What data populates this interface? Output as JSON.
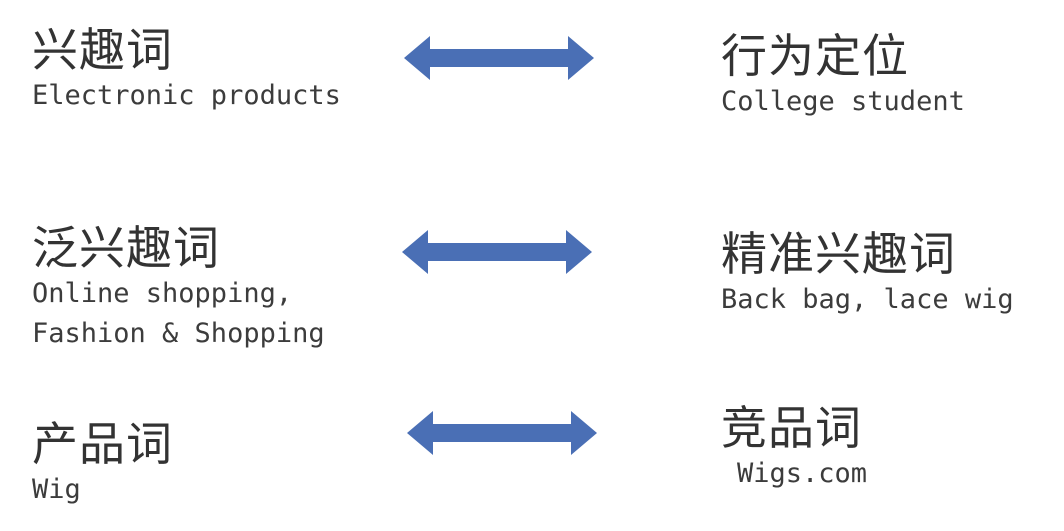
{
  "rows": [
    {
      "left": {
        "title": "兴趣词",
        "subtitle": "Electronic products"
      },
      "right": {
        "title": "行为定位",
        "subtitle": "College student"
      }
    },
    {
      "left": {
        "title": "泛兴趣词",
        "subtitle": "Online shopping,\nFashion & Shopping"
      },
      "right": {
        "title": "精准兴趣词",
        "subtitle": "Back bag, lace wig"
      }
    },
    {
      "left": {
        "title": "产品词",
        "subtitle": "Wig"
      },
      "right": {
        "title": "竞品词",
        "subtitle": "Wigs.com"
      }
    }
  ],
  "colors": {
    "arrow": "#4a6fb5",
    "text": "#333333"
  },
  "icons": {
    "arrow": "double-headed-arrow"
  }
}
